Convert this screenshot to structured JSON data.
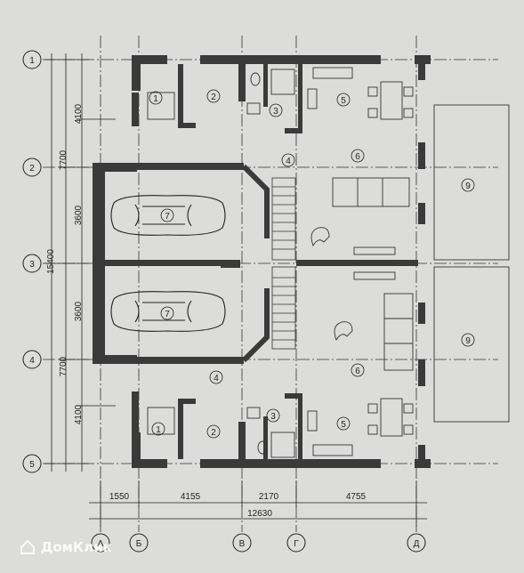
{
  "axes": {
    "rows": [
      "1",
      "2",
      "3",
      "4",
      "5"
    ],
    "cols": [
      "А",
      "Б",
      "В",
      "Г",
      "Д"
    ]
  },
  "dimensions": {
    "bottom": [
      "1550",
      "4155",
      "2170",
      "4755"
    ],
    "bottom_total": "12630",
    "left_inner": [
      "4100",
      "3600",
      "3600",
      "4100"
    ],
    "left_mid": [
      "7700",
      "7700"
    ],
    "left_total": "15400"
  },
  "rooms": {
    "unit_a": [
      "1",
      "2",
      "3",
      "4",
      "5",
      "6",
      "7",
      "9"
    ],
    "unit_b": [
      "1",
      "2",
      "3",
      "4",
      "5",
      "6",
      "7",
      "9"
    ]
  },
  "watermark": "ДомКлик",
  "colors": {
    "wall": "#3a3a3a",
    "line": "#2a2a2a",
    "paper": "#dcdcda"
  }
}
